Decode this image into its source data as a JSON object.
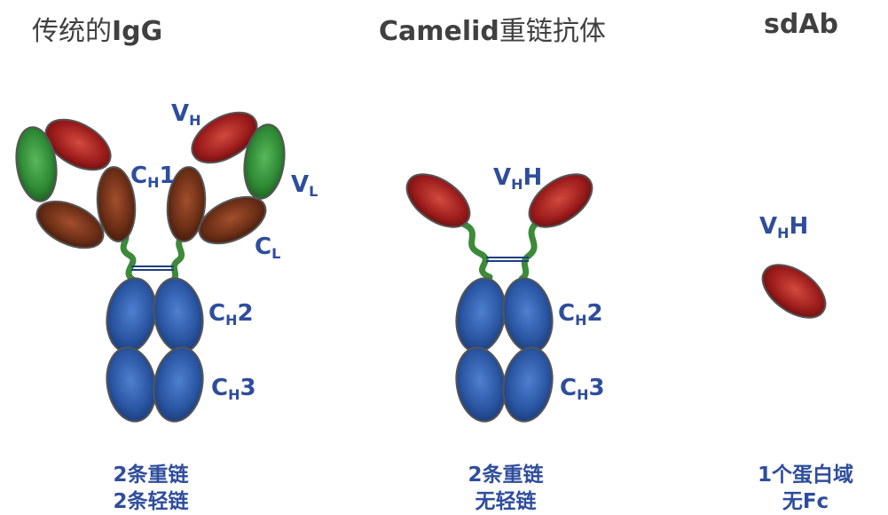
{
  "titles": {
    "igg": {
      "plain": "传统的",
      "bold": "IgG"
    },
    "camelid": {
      "bold": "Camelid",
      "plain": "重链抗体"
    },
    "sdab": {
      "bold": "sdAb"
    }
  },
  "labels": {
    "igg_vh": {
      "main": "V",
      "sub": "H",
      "tail": ""
    },
    "igg_vl": {
      "main": "V",
      "sub": "L",
      "tail": ""
    },
    "igg_ch1": {
      "main": "C",
      "sub": "H",
      "tail": "1"
    },
    "igg_cl": {
      "main": "C",
      "sub": "L",
      "tail": ""
    },
    "igg_ch2": {
      "main": "C",
      "sub": "H",
      "tail": "2"
    },
    "igg_ch3": {
      "main": "C",
      "sub": "H",
      "tail": "3"
    },
    "cam_vhh": {
      "main": "V",
      "sub": "H",
      "tail": "H"
    },
    "cam_ch2": {
      "main": "C",
      "sub": "H",
      "tail": "2"
    },
    "cam_ch3": {
      "main": "C",
      "sub": "H",
      "tail": "3"
    },
    "sdab_vhh": {
      "main": "V",
      "sub": "H",
      "tail": "H"
    }
  },
  "captions": {
    "igg": [
      "2条重链",
      "2条轻链"
    ],
    "camelid": [
      "2条重链",
      "无轻链"
    ],
    "sdab": [
      "1个蛋白域",
      "无Fc"
    ]
  },
  "colors": {
    "heavy_constant_blue": "#2a56a3",
    "heavy_ch1_brown": "#6b2e16",
    "variable_red": "#9c1c1c",
    "light_variable_green": "#2f8a35",
    "hinge_green": "#3c8a3a",
    "label_blue": "#2e4d9c"
  }
}
